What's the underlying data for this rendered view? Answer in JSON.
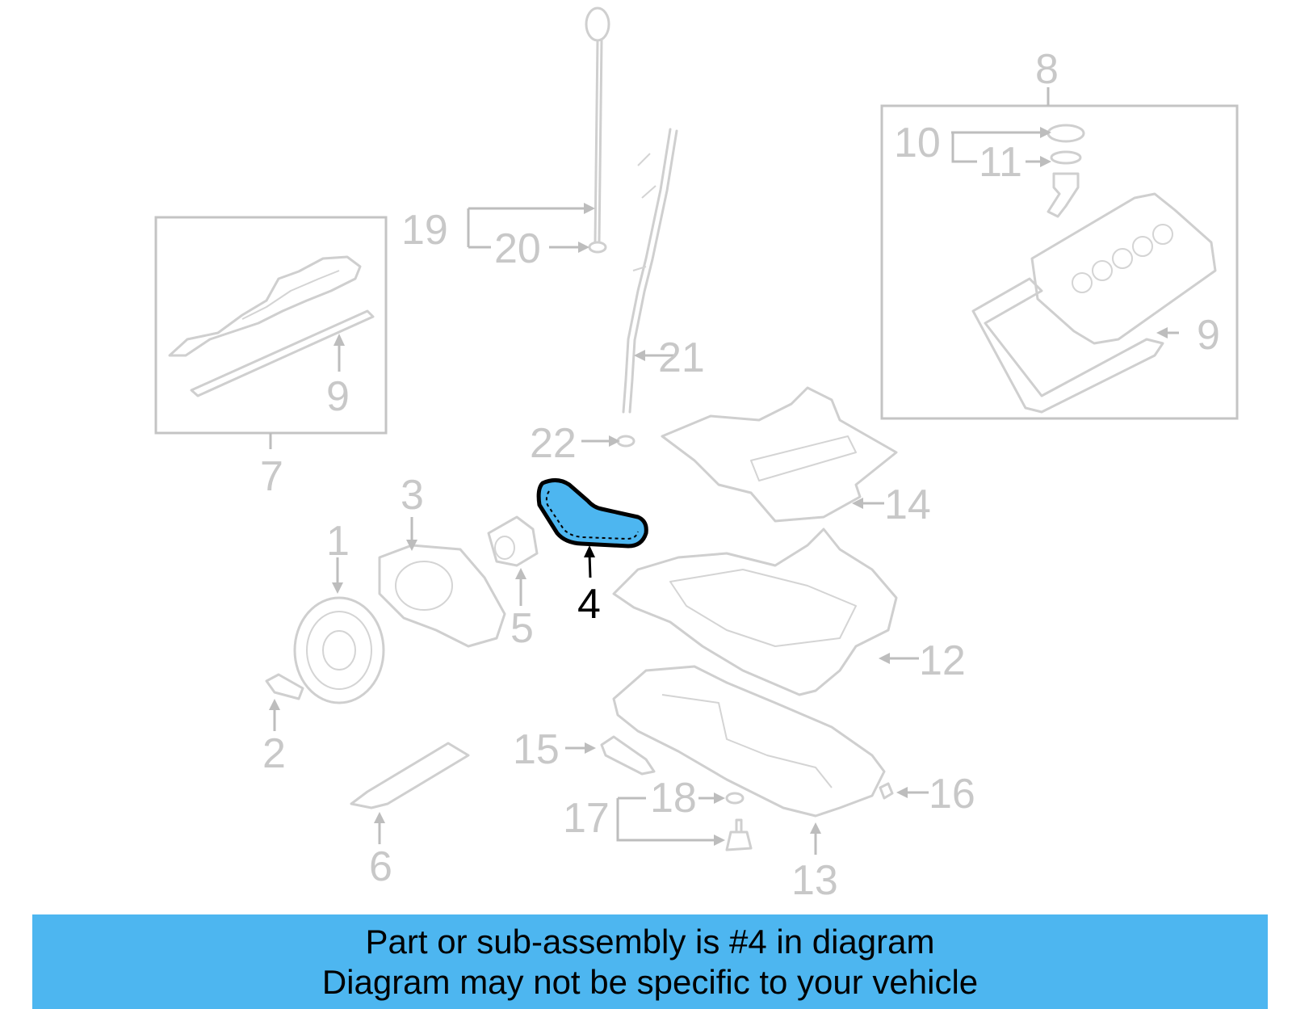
{
  "callouts": {
    "c1": "1",
    "c2": "2",
    "c3": "3",
    "c4": "4",
    "c5": "5",
    "c6": "6",
    "c7": "7",
    "c8": "8",
    "c9a": "9",
    "c9b": "9",
    "c10": "10",
    "c11": "11",
    "c12": "12",
    "c13": "13",
    "c14": "14",
    "c15": "15",
    "c16": "16",
    "c17": "17",
    "c18": "18",
    "c19": "19",
    "c20": "20",
    "c21": "21",
    "c22": "22"
  },
  "highlight": {
    "part_number": "4",
    "fill_color": "#4db6f0",
    "outline_color": "#000000"
  },
  "banner": {
    "line1": "Part or sub-assembly is #4 in diagram",
    "line2": "Diagram may not be specific to your vehicle",
    "background": "#4db6f0"
  }
}
